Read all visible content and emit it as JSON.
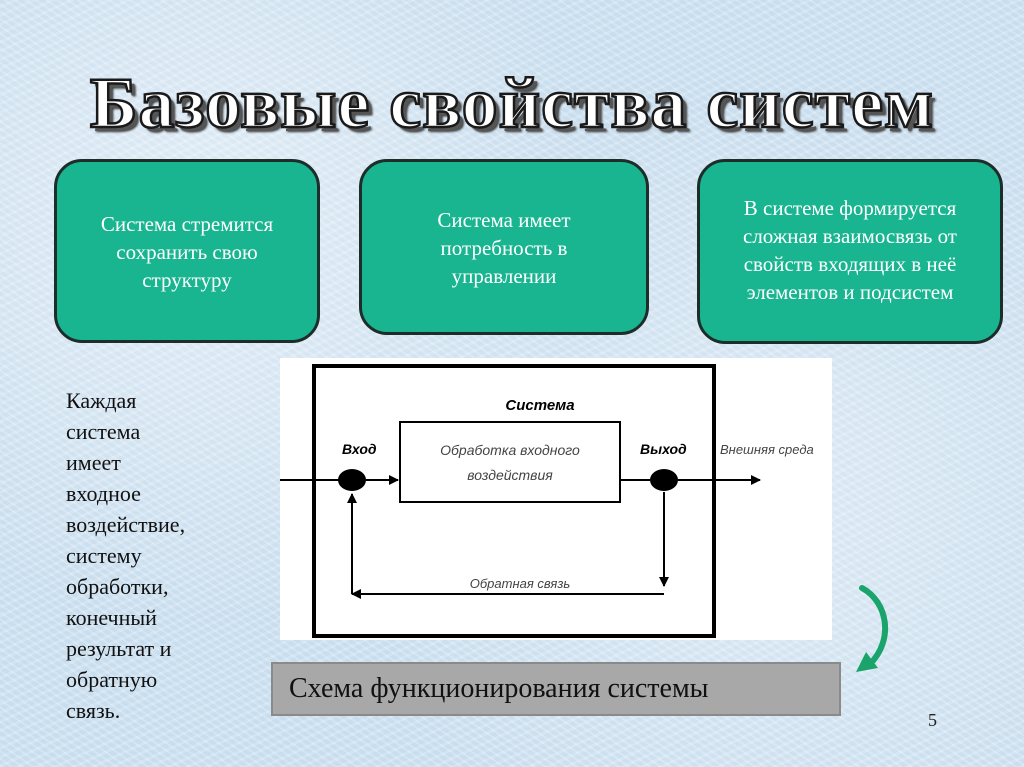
{
  "slide": {
    "title": "Базовые свойства систем",
    "page_number": "5"
  },
  "cards": [
    {
      "lines": [
        "Система стремится",
        "сохранить свою",
        "структуру"
      ]
    },
    {
      "lines": [
        "Система имеет",
        "потребность в",
        "управлении"
      ]
    },
    {
      "lines": [
        "В системе формируется",
        "сложная взаимосвязь от",
        "свойств входящих в неё",
        "элементов и подсистем"
      ]
    }
  ],
  "side_text": {
    "lines": [
      "Каждая",
      "система",
      "имеет",
      "входное",
      "воздействие,",
      "систему",
      "обработки,",
      "конечный",
      "результат и",
      "обратную",
      "связь."
    ]
  },
  "diagram": {
    "system_label": "Система",
    "input_label": "Вход",
    "output_label": "Выход",
    "process_line1": "Обработка входного",
    "process_line2": "воздействия",
    "environment_label": "Внешняя среда",
    "feedback_label": "Обратная связь"
  },
  "caption": {
    "text": "Схема функционирования системы"
  },
  "colors": {
    "card_fill": "#19b591",
    "caption_fill": "#a8a8a8",
    "arrow_green": "#1aa36a"
  }
}
